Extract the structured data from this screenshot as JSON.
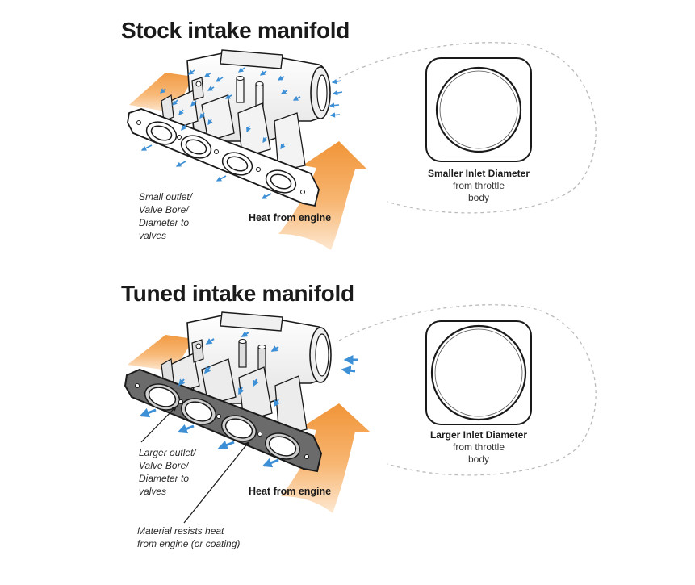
{
  "stock": {
    "title": "Stock intake manifold",
    "outlet_note": [
      "Small outlet/",
      "Valve Bore/",
      "Diameter to",
      "valves"
    ],
    "heat_label": "Heat from engine",
    "inlet_caption": "Smaller Inlet Diameter",
    "inlet_caption_sub": [
      "from throttle",
      "body"
    ]
  },
  "tuned": {
    "title": "Tuned intake manifold",
    "outlet_note": [
      "Larger outlet/",
      "Valve Bore/",
      "Diameter to",
      "valves"
    ],
    "heat_label": "Heat from engine",
    "material_note": [
      "Material resists heat",
      "from engine (or coating)"
    ],
    "inlet_caption": "Larger Inlet Diameter",
    "inlet_caption_sub": [
      "from throttle",
      "body"
    ]
  },
  "colors": {
    "heat_arrow": "#f5a04a",
    "airflow": "#3d8fd6",
    "outline": "#1a1a1a",
    "gasket_tuned": "#6b6b6b",
    "dashed": "#bbbbbb"
  },
  "icons": {
    "heat": "orange-upward-arrow",
    "airflow": "blue-arrow",
    "inlet": "circle-in-rounded-square"
  }
}
